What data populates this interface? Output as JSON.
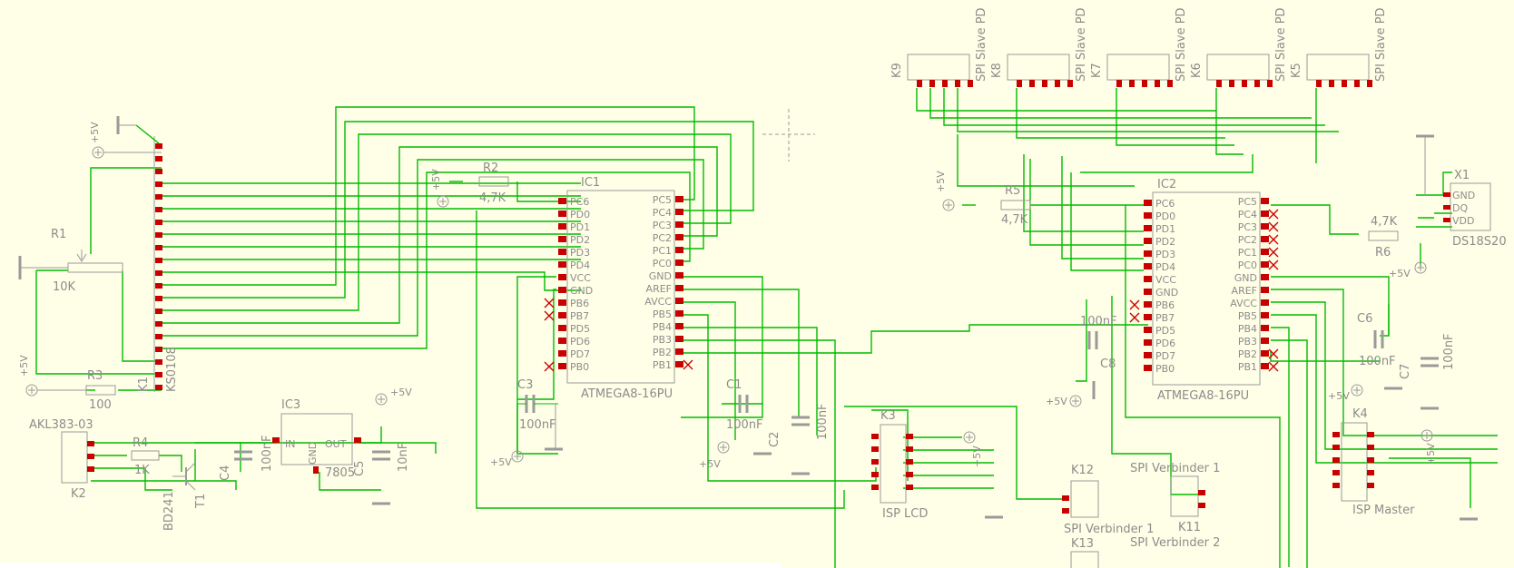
{
  "components": {
    "ks0108": "KS0108",
    "k1": "K1",
    "r1": {
      "ref": "R1",
      "value": "10K"
    },
    "r2": {
      "ref": "R2",
      "value": "4,7K"
    },
    "r3": {
      "ref": "R3",
      "value": "100"
    },
    "r4": {
      "ref": "R4",
      "value": "1K"
    },
    "r5": {
      "ref": "R5",
      "value": "4,7K"
    },
    "r6": {
      "ref": "R6",
      "value": "4,7K"
    },
    "c1": {
      "ref": "C1",
      "value": "100nF"
    },
    "c2": {
      "ref": "C2",
      "value": "100nF"
    },
    "c3": {
      "ref": "C3",
      "value": "100nF"
    },
    "c4": {
      "ref": "C4",
      "value": "100nF"
    },
    "c5": {
      "ref": "C5",
      "value": "10nF"
    },
    "c6": {
      "ref": "C6",
      "value": "100nF"
    },
    "c7": {
      "ref": "C7",
      "value": "100nF"
    },
    "c8": {
      "ref": "C8",
      "value": "100nF"
    },
    "ic1": {
      "ref": "IC1",
      "part": "ATMEGA8-16PU"
    },
    "ic2": {
      "ref": "IC2",
      "part": "ATMEGA8-16PU"
    },
    "ic3": {
      "ref": "IC3",
      "part": "7805",
      "in": "IN",
      "gnd": "GND",
      "out": "OUT"
    },
    "k2": {
      "ref": "K2",
      "part": "AKL383-03"
    },
    "t1": {
      "ref": "T1",
      "part": "BD241"
    },
    "k3": {
      "ref": "K3",
      "part": "ISP LCD"
    },
    "k4": {
      "ref": "K4",
      "part": "ISP Master"
    },
    "x1": {
      "ref": "X1",
      "part": "DS18S20",
      "pins": [
        "GND",
        "DQ",
        "VDD"
      ]
    },
    "k11": {
      "ref": "K11",
      "part": "SPI Verbinder 1"
    },
    "k12": {
      "ref": "K12",
      "part": "SPI Verbinder 1"
    },
    "k13": {
      "ref": "K13",
      "part": "SPI Verbinder 2"
    },
    "slaves": [
      {
        "ref": "K9",
        "part": "SPI Slave PD"
      },
      {
        "ref": "K8",
        "part": "SPI Slave PD"
      },
      {
        "ref": "K7",
        "part": "SPI Slave PD"
      },
      {
        "ref": "K6",
        "part": "SPI Slave PD"
      },
      {
        "ref": "K5",
        "part": "SPI Slave PD"
      }
    ]
  },
  "mcu_left_pins": [
    "PC6",
    "PD0",
    "PD1",
    "PD2",
    "PD3",
    "PD4",
    "VCC",
    "GND",
    "PB6",
    "PB7",
    "PD5",
    "PD6",
    "PD7",
    "PB0"
  ],
  "mcu_right_pins": [
    "PC5",
    "PC4",
    "PC3",
    "PC2",
    "PC1",
    "PC0",
    "GND",
    "AREF",
    "AVCC",
    "PB5",
    "PB4",
    "PB3",
    "PB2",
    "PB1"
  ],
  "supply": "+5V"
}
